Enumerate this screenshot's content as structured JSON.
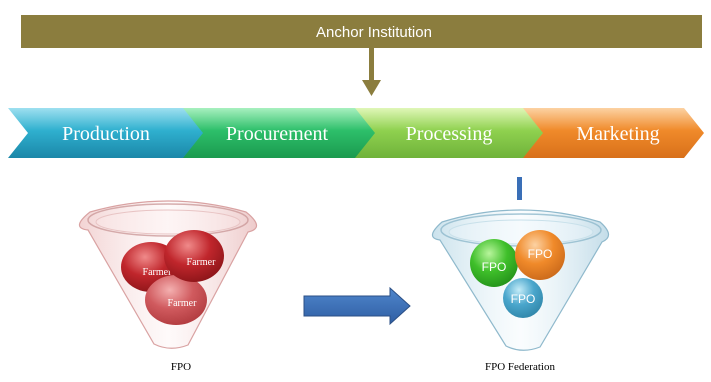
{
  "header": {
    "title": "Anchor Institution",
    "bar_color": "#8b7d3e"
  },
  "chain": [
    {
      "label": "Production",
      "color": "#2aa7c4"
    },
    {
      "label": "Procurement",
      "color": "#2dbf6a"
    },
    {
      "label": "Processing",
      "color": "#8fd14f"
    },
    {
      "label": "Marketing",
      "color": "#f08a2a"
    }
  ],
  "left_funnel": {
    "caption": "FPO",
    "balls": [
      "Farmer",
      "Farmer",
      "Farmer"
    ],
    "ball_color": "#c0262c"
  },
  "right_funnel": {
    "caption": "FPO Federation",
    "balls": [
      {
        "label": "FPO",
        "color": "#3fbf2a"
      },
      {
        "label": "FPO",
        "color": "#f08a2a"
      },
      {
        "label": "FPO",
        "color": "#4aa6cc"
      }
    ]
  },
  "connector_color": "#3a6fb7"
}
